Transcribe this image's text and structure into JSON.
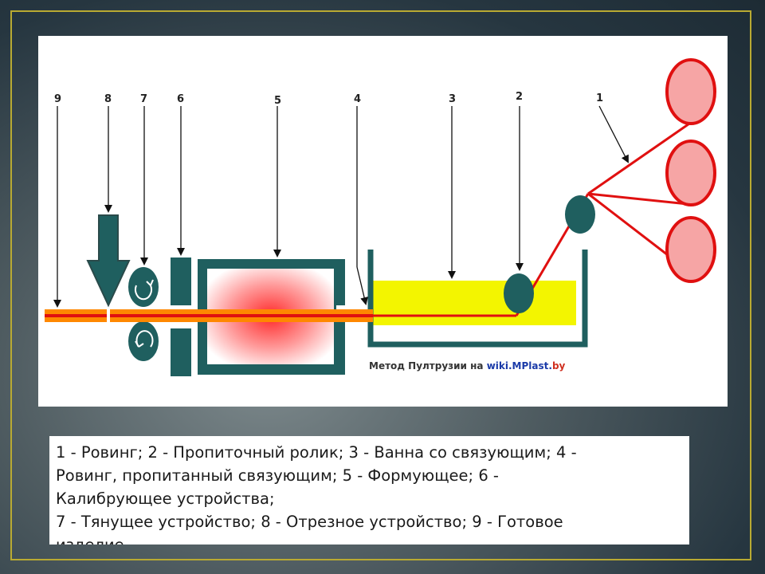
{
  "diagram": {
    "labels": [
      "9",
      "8",
      "7",
      "6",
      "5",
      "4",
      "3",
      "2",
      "1"
    ],
    "credit": {
      "prefix": "Метод Пултрузии на ",
      "site": "wiki.MPlast.",
      "tld": "by"
    },
    "colors": {
      "tank_frame": "#1f5f5f",
      "resin": "#f3f500",
      "fiber": "#e01010",
      "spool": "#f6a5a5",
      "product": "#ff8800",
      "site_link": "#1a3aa8",
      "site_tld": "#d03020"
    }
  },
  "caption": {
    "lines": [
      "1 - Ровинг; 2 - Пропиточный ролик; 3 -  Ванна со связующим; 4 -",
      "Ровинг, пропитанный связующим; 5 - Формующее; 6 -",
      "Калибрующее устройства;",
      "7 - Тянущее устройство; 8 - Отрезное устройство; 9 - Готовое",
      "изделие."
    ]
  }
}
